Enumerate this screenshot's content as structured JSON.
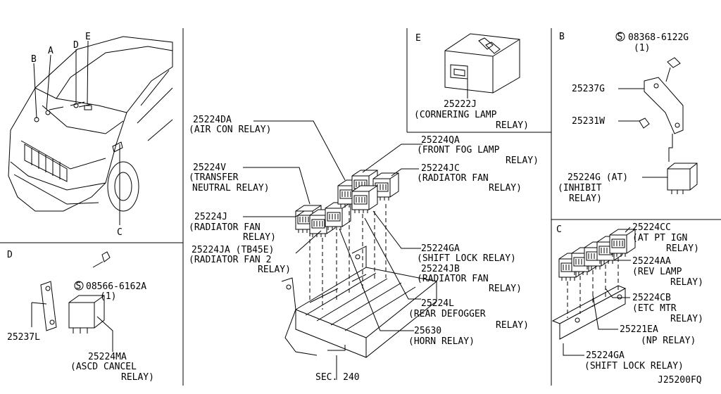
{
  "panels": {
    "vehicle": {
      "callouts": [
        "A",
        "B",
        "C",
        "D",
        "E"
      ]
    },
    "main": {
      "labels": {
        "p25224DA": "25224DA",
        "p25224DA_desc": "(AIR CON RELAY)",
        "p25224V": "25224V",
        "p25224V_d1": "(TRANSFER",
        "p25224V_d2": "NEUTRAL RELAY)",
        "p25224J": "25224J",
        "p25224J_d1": "(RADIATOR FAN",
        "p25224J_d2": "RELAY)",
        "p25224JA": "25224JA (TB45E)",
        "p25224JA_d1": "(RADIATOR FAN 2",
        "p25224JA_d2": "RELAY)",
        "p25224QA": "25224QA",
        "p25224QA_d1": "(FRONT FOG LAMP",
        "p25224QA_d2": "RELAY)",
        "p25224JC": "25224JC",
        "p25224JC_d1": "(RADIATOR FAN",
        "p25224JC_d2": "RELAY)",
        "p25224GA": "25224GA",
        "p25224GA_d1": "(SHIFT LOCK RELAY)",
        "p25224JB": "25224JB",
        "p25224JB_d1": "(RADIATOR FAN",
        "p25224JB_d2": "RELAY)",
        "p25224L": "25224L",
        "p25224L_d1": "(REAR DEFOGGER",
        "p25224L_d2": "RELAY)",
        "p25630": "25630",
        "p25630_d1": "(HORN RELAY)",
        "sec": "SEC. 240"
      }
    },
    "e": {
      "letter": "E",
      "part": "25222J",
      "d1": "(CORNERING LAMP",
      "d2": "RELAY)"
    },
    "b": {
      "letter": "B",
      "bolt": "08368-6122G",
      "bolt_qty": "(1)",
      "p1": "25237G",
      "p2": "25231W",
      "p3": "25224G (AT)",
      "p3_d1": "(INHIBIT",
      "p3_d2": "RELAY)"
    },
    "d": {
      "letter": "D",
      "bolt": "08566-6162A",
      "bolt_qty": "(1)",
      "p1": "25237L",
      "p2": "25224MA",
      "p2_d1": "(ASCD CANCEL",
      "p2_d2": "RELAY)"
    },
    "c": {
      "letter": "C",
      "p1": "25224CC",
      "p1_d1": "(AT PT IGN",
      "p1_d2": "RELAY)",
      "p2": "25224AA",
      "p2_d1": "(REV LAMP",
      "p2_d2": "RELAY)",
      "p3": "25224CB",
      "p3_d1": "(ETC MTR",
      "p3_d2": "RELAY)",
      "p4": "25221EA",
      "p4_d1": "(NP RELAY)",
      "p5": "25224GA",
      "p5_d1": "(SHIFT LOCK RELAY)"
    },
    "diagram_id": "J25200FQ",
    "symbols": {
      "s": "S"
    }
  }
}
